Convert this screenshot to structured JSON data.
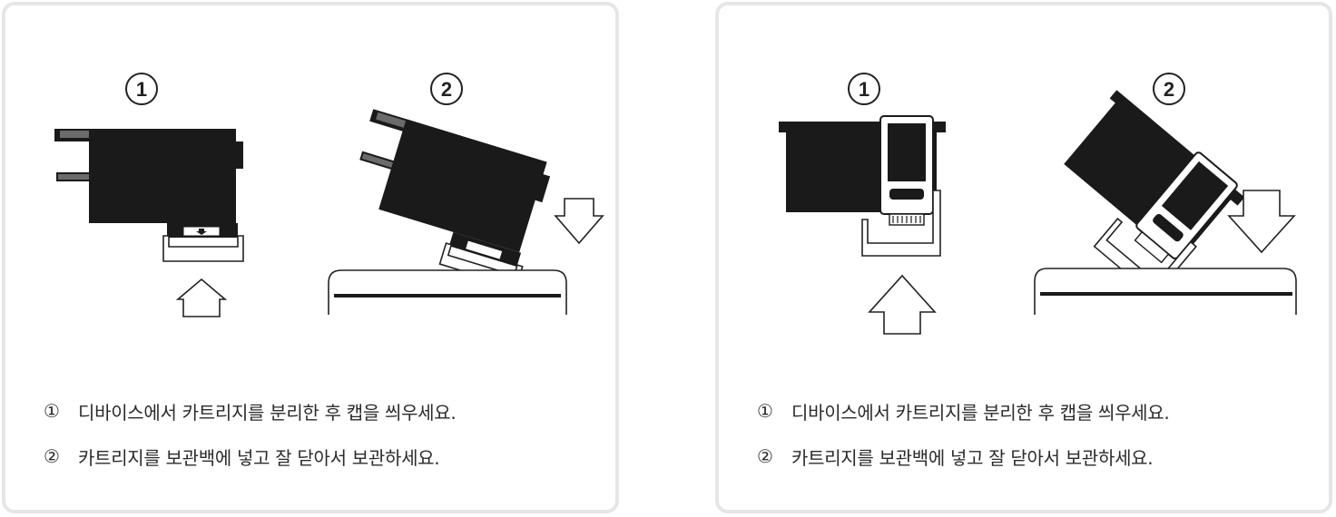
{
  "panels": [
    {
      "id": "left",
      "figure_labels": [
        "1",
        "2"
      ],
      "steps": [
        {
          "num": "①",
          "text": "디바이스에서 카트리지를 분리한 후 캡을 씌우세요."
        },
        {
          "num": "②",
          "text": "카트리지를 보관백에 넣고 잘 닫아서 보관하세요."
        }
      ]
    },
    {
      "id": "right",
      "figure_labels": [
        "1",
        "2"
      ],
      "steps": [
        {
          "num": "①",
          "text": "디바이스에서 카트리지를 분리한 후 캡을 씌우세요."
        },
        {
          "num": "②",
          "text": "카트리지를 보관백에 넣고 잘 닫아서 보관하세요."
        }
      ]
    }
  ],
  "colors": {
    "panel_border": "#e6e6e6",
    "cartridge": "#1a1a1a",
    "accent_gray": "#6b6b6b",
    "text": "#2b2b2b"
  },
  "icons": [
    "circled-number-icon",
    "up-arrow-icon",
    "down-arrow-icon",
    "cartridge-icon",
    "cap-icon",
    "storage-bag-icon"
  ]
}
